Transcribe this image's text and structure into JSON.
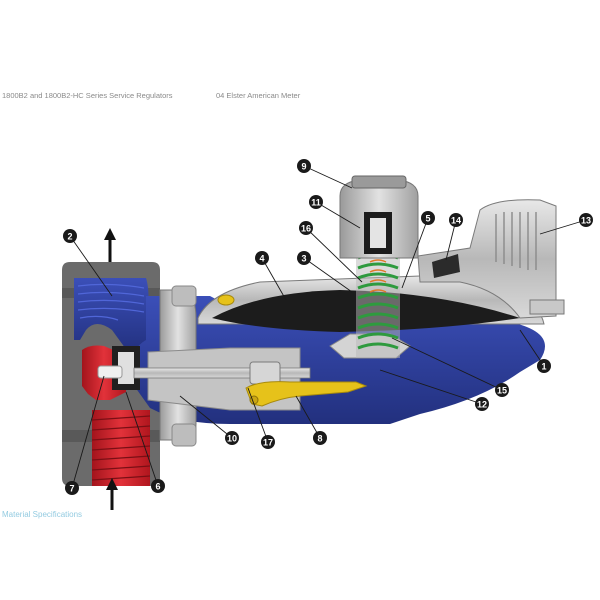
{
  "header": {
    "left_text": "1800B2 and 1800B2-HC Series Service Regulators",
    "right_text": "04 Elster American Meter"
  },
  "footer": {
    "caption": "Material Specifications"
  },
  "colors": {
    "body_blue": "#2e3f9e",
    "inlet_red": "#d4202a",
    "spring_green": "#2e9a3e",
    "lever_yellow": "#e6c21a",
    "metal_gray": "#c8c8c8",
    "callout_dark": "#1a1a1a"
  },
  "callouts": [
    {
      "label": "1"
    },
    {
      "label": "2"
    },
    {
      "label": "3"
    },
    {
      "label": "4"
    },
    {
      "label": "5"
    },
    {
      "label": "6"
    },
    {
      "label": "7"
    },
    {
      "label": "8"
    },
    {
      "label": "9"
    },
    {
      "label": "10"
    },
    {
      "label": "11"
    },
    {
      "label": "12"
    },
    {
      "label": "13"
    },
    {
      "label": "14"
    },
    {
      "label": "15"
    },
    {
      "label": "16"
    },
    {
      "label": "17"
    }
  ],
  "arrows": [
    {
      "name": "outlet-flow-arrow",
      "direction": "up"
    },
    {
      "name": "inlet-flow-arrow",
      "direction": "up"
    }
  ]
}
